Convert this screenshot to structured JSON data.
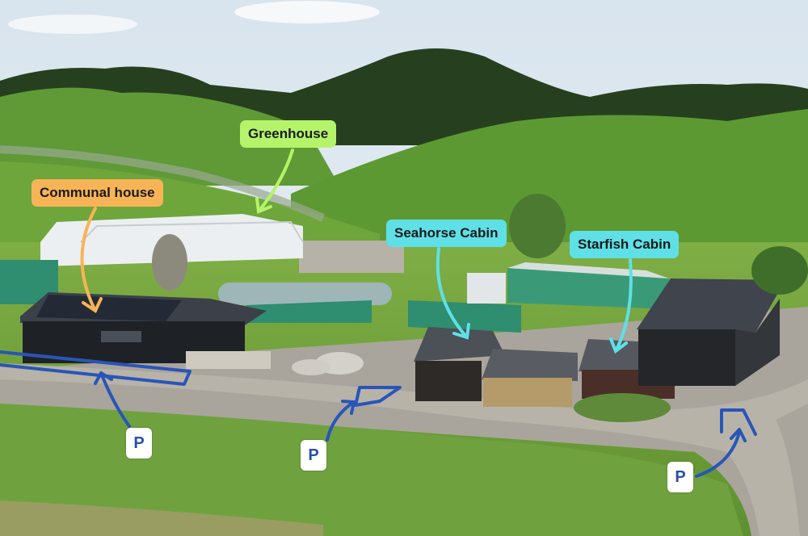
{
  "labels": {
    "greenhouse": "Greenhouse",
    "communal_house": "Communal house",
    "seahorse_cabin": "Seahorse Cabin",
    "starfish_cabin": "Starfish Cabin"
  },
  "parking": [
    "P",
    "P",
    "P"
  ],
  "colors": {
    "greenhouse_label": "#b5f46a",
    "communal_label": "#f7b457",
    "cabin_label": "#5fe0e6",
    "parking_arrow": "#2a55b8"
  }
}
